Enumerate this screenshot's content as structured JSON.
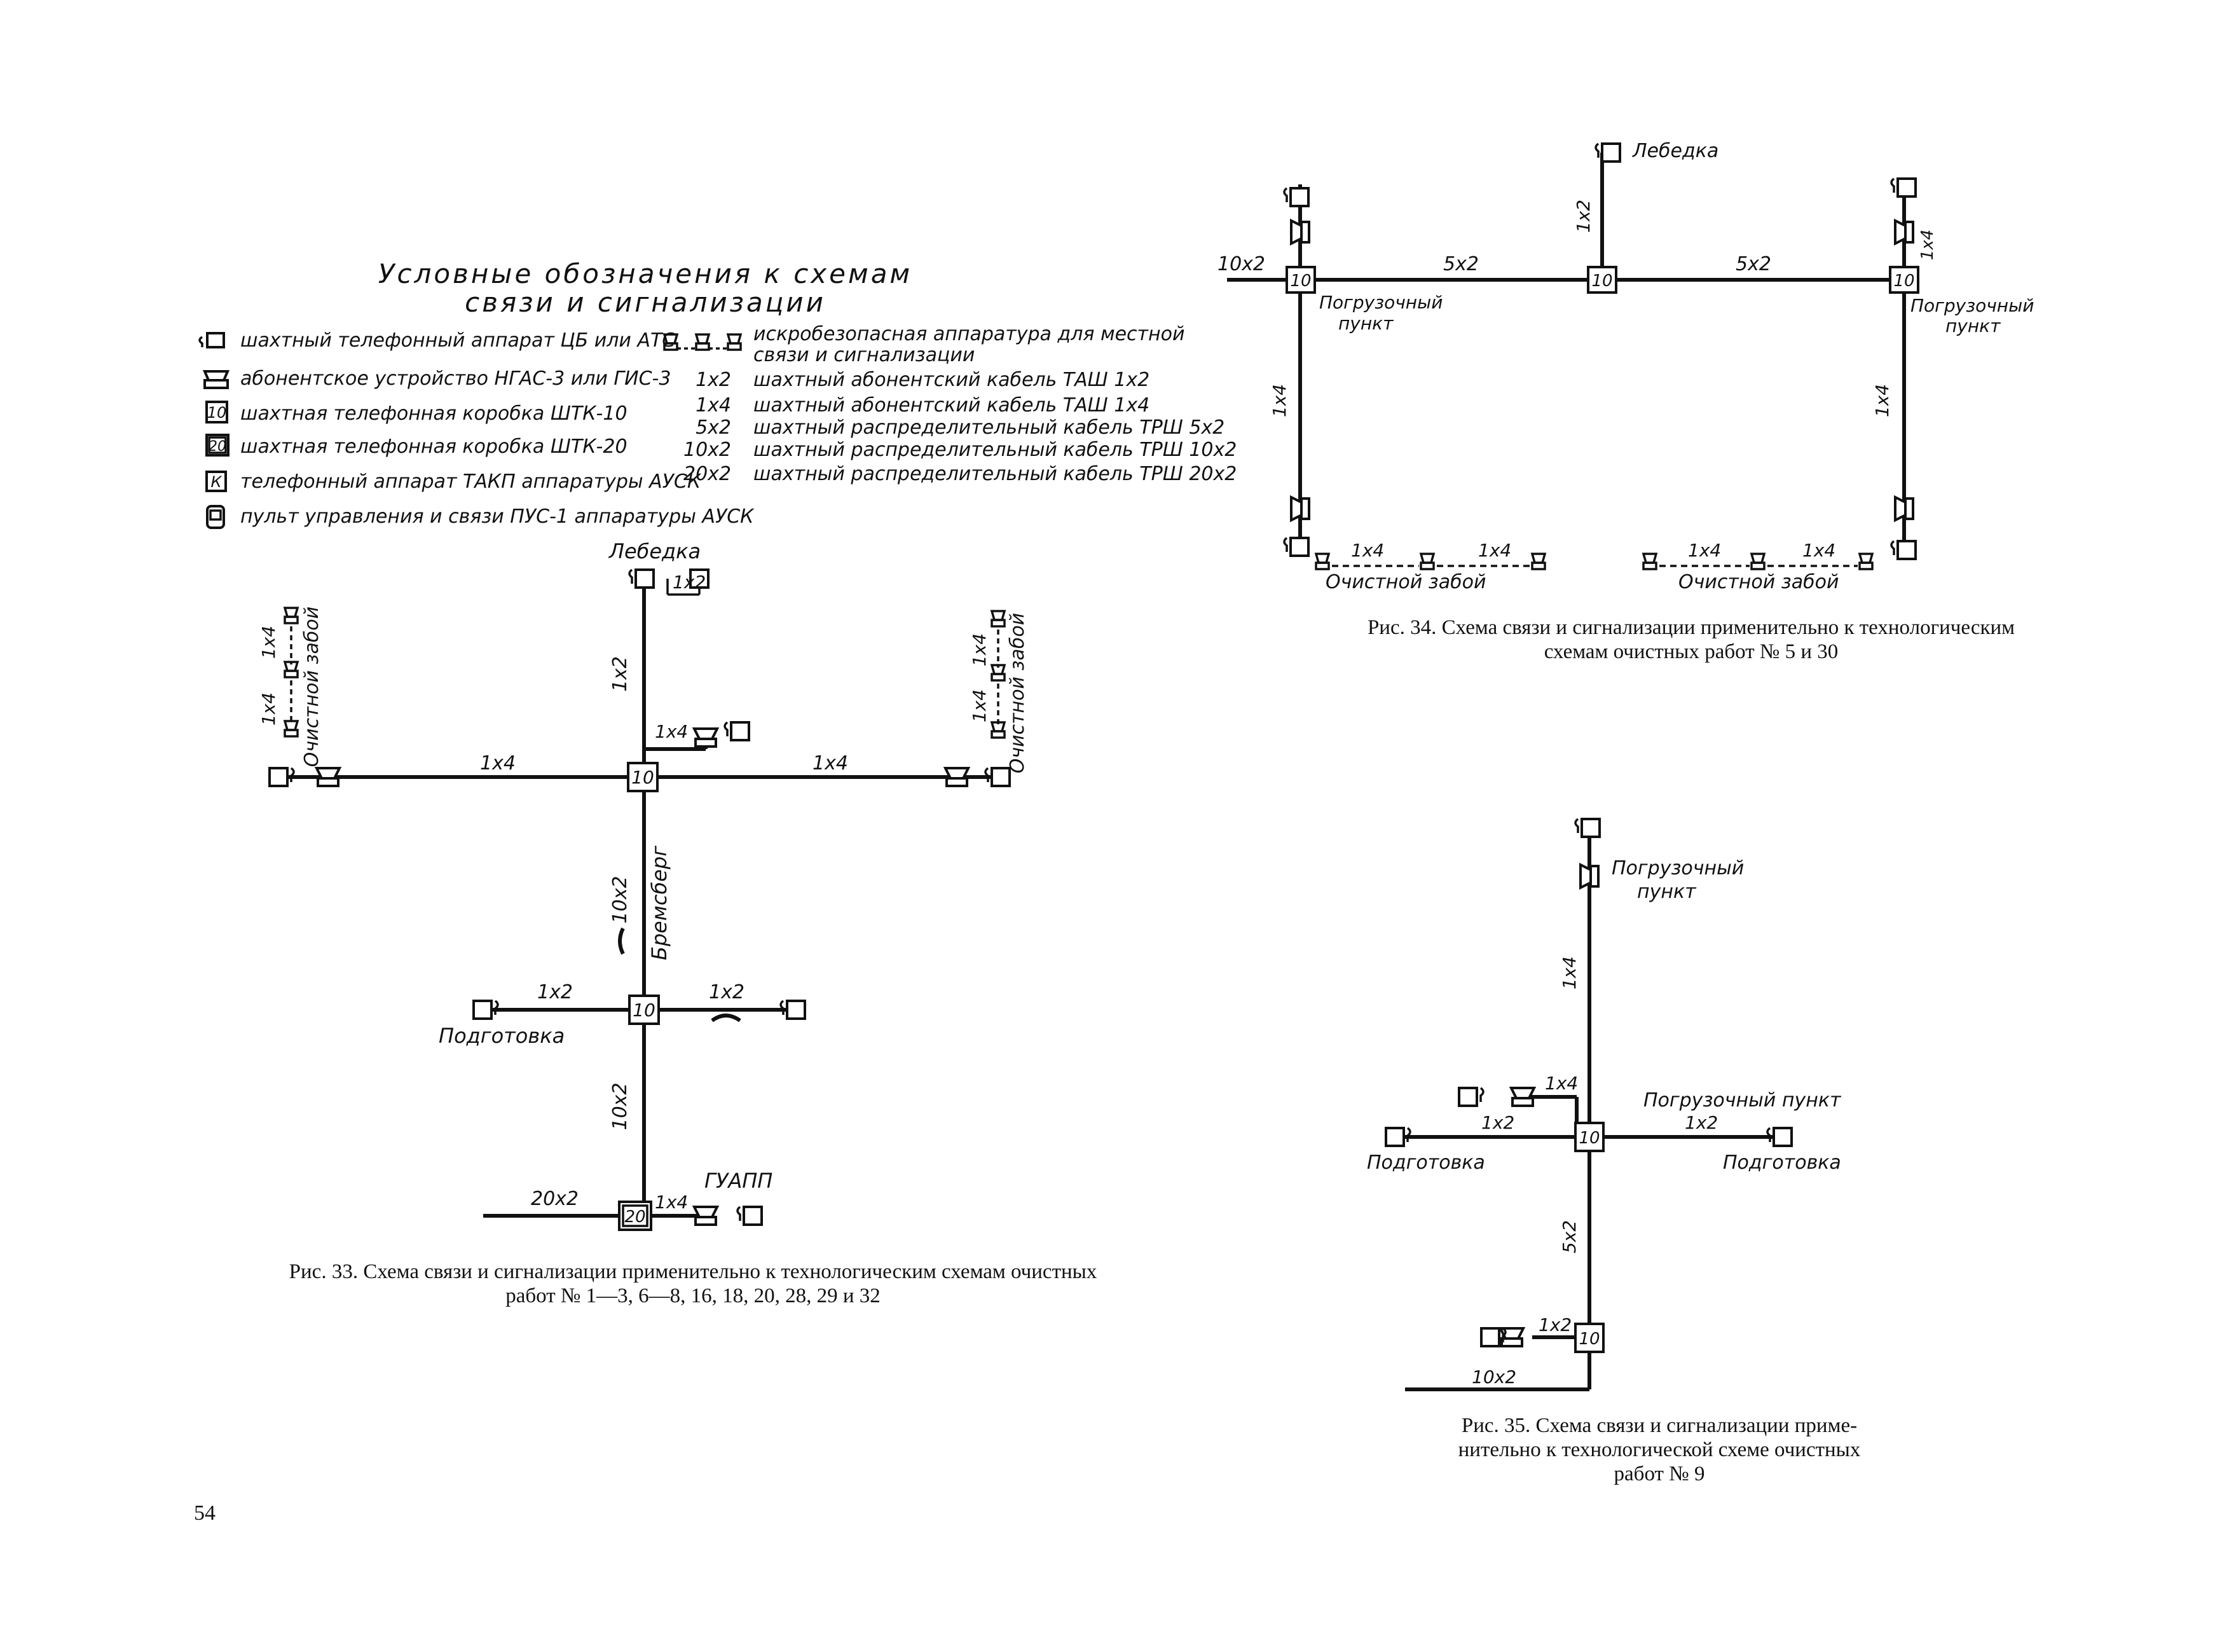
{
  "legend": {
    "title_line1": "Условные обозначения к схемам",
    "title_line2": "связи и сигнализации",
    "left": [
      {
        "icon": "phone-icon",
        "text": "шахтный телефонный аппарат ЦБ или АТС"
      },
      {
        "icon": "subscriber-device-icon",
        "text": "абонентское устройство НГАС-3 или ГИС-3"
      },
      {
        "icon": "box-10-icon",
        "symbol": "10",
        "text": "шахтная телефонная коробка ШТК-10"
      },
      {
        "icon": "box-20-icon",
        "symbol": "20",
        "text": "шахтная телефонная коробка ШТК-20"
      },
      {
        "icon": "takp-phone-icon",
        "symbol": "К",
        "text": "телефонный аппарат ТАКП аппаратуры АУСК"
      },
      {
        "icon": "control-panel-icon",
        "text": "пульт управления и связи ПУС-1 аппаратуры АУСК"
      }
    ],
    "right": [
      {
        "symbol": "",
        "text": "искробезопасная аппаратура для местной связи и сигнализации"
      },
      {
        "symbol": "1x2",
        "text": "шахтный абонентский кабель ТАШ 1x2"
      },
      {
        "symbol": "1x4",
        "text": "шахтный абонентский кабель ТАШ 1x4"
      },
      {
        "symbol": "5x2",
        "text": "шахтный распределительный кабель ТРШ 5x2"
      },
      {
        "symbol": "10x2",
        "text": "шахтный распределительный кабель ТРШ 10x2"
      },
      {
        "symbol": "20x2",
        "text": "шахтный распределительный кабель ТРШ 20x2"
      }
    ]
  },
  "fig33": {
    "labels": {
      "winch": "Лебедка",
      "cable_1x2_top": "1x2",
      "cable_1x2_vert": "1x2",
      "face_left": "Очистной забой",
      "face_right": "Очистной забой",
      "cable_1x4_left": "1x4",
      "cable_1x4_right": "1x4",
      "cable_1x4_upper": "1x4",
      "cable_1x4_a": "1x4",
      "cable_1x4_b": "1x4",
      "cable_1x4_c": "1x4",
      "cable_1x4_d": "1x4",
      "box_main": "10",
      "cable_10x2_upper": "10x2",
      "bremsberg": "Бремсберг",
      "cable_1x2_left": "1x2",
      "cable_1x2_right": "1x2",
      "prep": "Подготовка",
      "box_mid": "10",
      "cable_10x2_lower": "10x2",
      "cable_20x2": "20x2",
      "box_20": "20",
      "cable_1x4_guapp": "1x4",
      "guapp": "ГУАПП"
    },
    "caption_line1": "Рис. 33. Схема связи и сигнализации применительно к технологическим схемам очистных",
    "caption_line2": "работ № 1—3, 6—8, 16, 18, 20, 28, 29 и 32"
  },
  "fig34": {
    "labels": {
      "winch": "Лебедка",
      "cable_1x2": "1x2",
      "cable_10x2": "10x2",
      "cable_5x2_left": "5x2",
      "cable_5x2_right": "5x2",
      "box_left": "10",
      "box_center": "10",
      "box_right": "10",
      "loading_left_1": "Погрузочный",
      "loading_left_2": "пункт",
      "loading_right_1": "Погрузочный",
      "loading_right_2": "пункт",
      "cable_1x4_left": "1x4",
      "cable_1x4_right": "1x4",
      "cable_1x4_top_right": "1x4",
      "face_left": "Очистной забой",
      "face_right": "Очистной забой",
      "face_l_1x4_a": "1x4",
      "face_l_1x4_b": "1x4",
      "face_r_1x4_a": "1x4",
      "face_r_1x4_b": "1x4"
    },
    "caption_line1": "Рис. 34. Схема связи и сигнализации применительно к технологическим",
    "caption_line2": "схемам очистных работ № 5 и 30"
  },
  "fig35": {
    "labels": {
      "loading_top_1": "Погрузочный",
      "loading_top_2": "пункт",
      "cable_1x4_vert": "1x4",
      "cable_1x4_branch": "1x4",
      "loading_right": "Погрузочный пункт",
      "cable_1x2_left": "1x2",
      "cable_1x2_right": "1x2",
      "box_top": "10",
      "prep_left": "Подготовка",
      "prep_right": "Подготовка",
      "cable_5x2": "5x2",
      "cable_1x2_lower": "1x2",
      "box_bottom": "10",
      "cable_10x2": "10x2"
    },
    "caption_line1": "Рис. 35. Схема связи и сигнализации приме-",
    "caption_line2": "нительно к технологической схеме очистных",
    "caption_line3": "работ № 9"
  },
  "page_number": "54"
}
